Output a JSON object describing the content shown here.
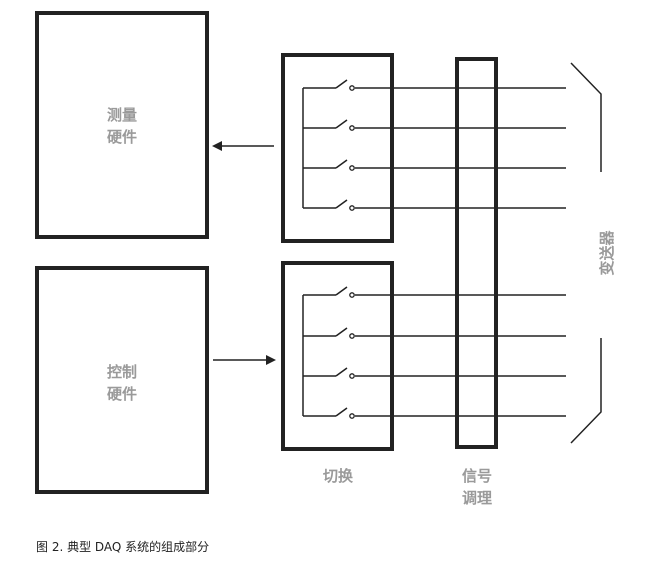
{
  "blocks": {
    "measurement": {
      "line1": "测量",
      "line2": "硬件"
    },
    "control": {
      "line1": "控制",
      "line2": "硬件"
    },
    "switching": {
      "label": "切换"
    },
    "conditioning": {
      "line1": "信号",
      "line2": "调理"
    },
    "sensors": {
      "label": "变送器"
    }
  },
  "caption": "图 2. 典型 DAQ 系统的组成部分",
  "colors": {
    "stroke": "#222222",
    "label": "#9a9a9a"
  }
}
